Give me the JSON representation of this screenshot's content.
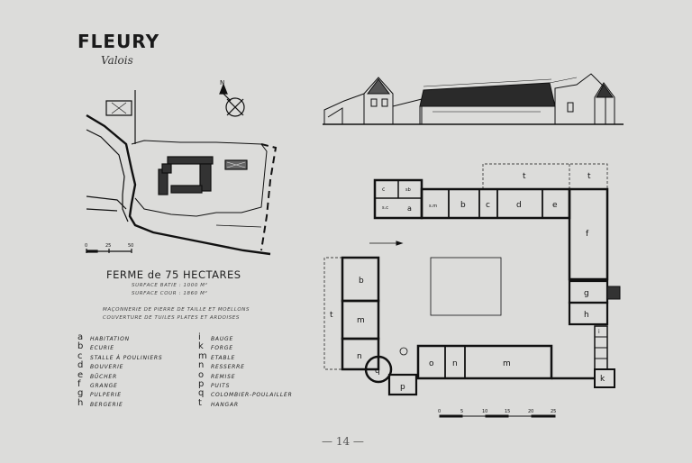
{
  "plate": {
    "title": "FLEURY",
    "subtitle": "Valois",
    "heading": "FERME de 75 HECTARES",
    "surface_batie": "SURFACE BATIE : 1000 M²",
    "surface_cour": "SURFACE COUR : 1860 M²",
    "construction_1": "MAÇONNERIE DE PIERRE DE TAILLE ET MOELLONS",
    "construction_2": "COUVERTURE DE TUILES PLATES ET ARDOISES",
    "page_number": "— 14 —"
  },
  "legend": [
    {
      "key": "a",
      "label": "HABITATION"
    },
    {
      "key": "b",
      "label": "ECURIE"
    },
    {
      "key": "c",
      "label": "STALLE À POULINIERS"
    },
    {
      "key": "d",
      "label": "BOUVERIE"
    },
    {
      "key": "e",
      "label": "BÛCHER"
    },
    {
      "key": "f",
      "label": "GRANGE"
    },
    {
      "key": "g",
      "label": "PULPERIE"
    },
    {
      "key": "h",
      "label": "BERGERIE"
    },
    {
      "key": "i",
      "label": "BAUGE"
    },
    {
      "key": "k",
      "label": "FORGE"
    },
    {
      "key": "m",
      "label": "ETABLE"
    },
    {
      "key": "n",
      "label": "RESSERRE"
    },
    {
      "key": "o",
      "label": "REMISE"
    },
    {
      "key": "p",
      "label": "PUITS"
    },
    {
      "key": "q",
      "label": "COLOMBIER-POULAILLER"
    },
    {
      "key": "t",
      "label": "HANGAR"
    }
  ],
  "site_plan": {
    "scale_ticks": [
      "0",
      "25",
      "50"
    ],
    "compass_label": "N"
  },
  "floor_plan": {
    "scale_ticks": [
      "0",
      "5",
      "10",
      "15",
      "20",
      "25"
    ],
    "room_labels": {
      "a": "a",
      "b_top": "b",
      "c_top": "c",
      "d": "d",
      "e": "e",
      "f": "f",
      "g": "g",
      "h": "h",
      "b_left": "b",
      "m_left": "m",
      "n_left": "n",
      "q": "q",
      "p": "p",
      "o": "o",
      "n_bottom": "n",
      "m_bottom": "m",
      "k": "k",
      "t_top1": "t",
      "t_top2": "t",
      "t_left": "t",
      "i": "i",
      "c_small": "c",
      "sb": "sb",
      "sc": "s.c",
      "sm": "s.m"
    }
  }
}
